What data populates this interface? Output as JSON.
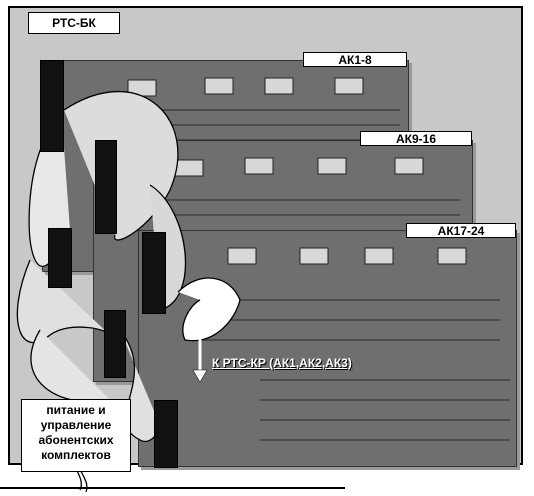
{
  "title_box": "РТС-БК",
  "boards": [
    {
      "label": "АК1-8"
    },
    {
      "label": "АК9-16"
    },
    {
      "label": "АК17-24"
    }
  ],
  "arrow_label": "К РТС-КР (АК1,АК2,АК3)",
  "power_box": {
    "lines": [
      "питание и",
      "управление",
      "абонентских",
      "комплектов"
    ]
  },
  "colors": {
    "background": "#c8c8c8",
    "board": "#6f6f6f",
    "connector": "#111111",
    "cable": "#ffffff"
  }
}
